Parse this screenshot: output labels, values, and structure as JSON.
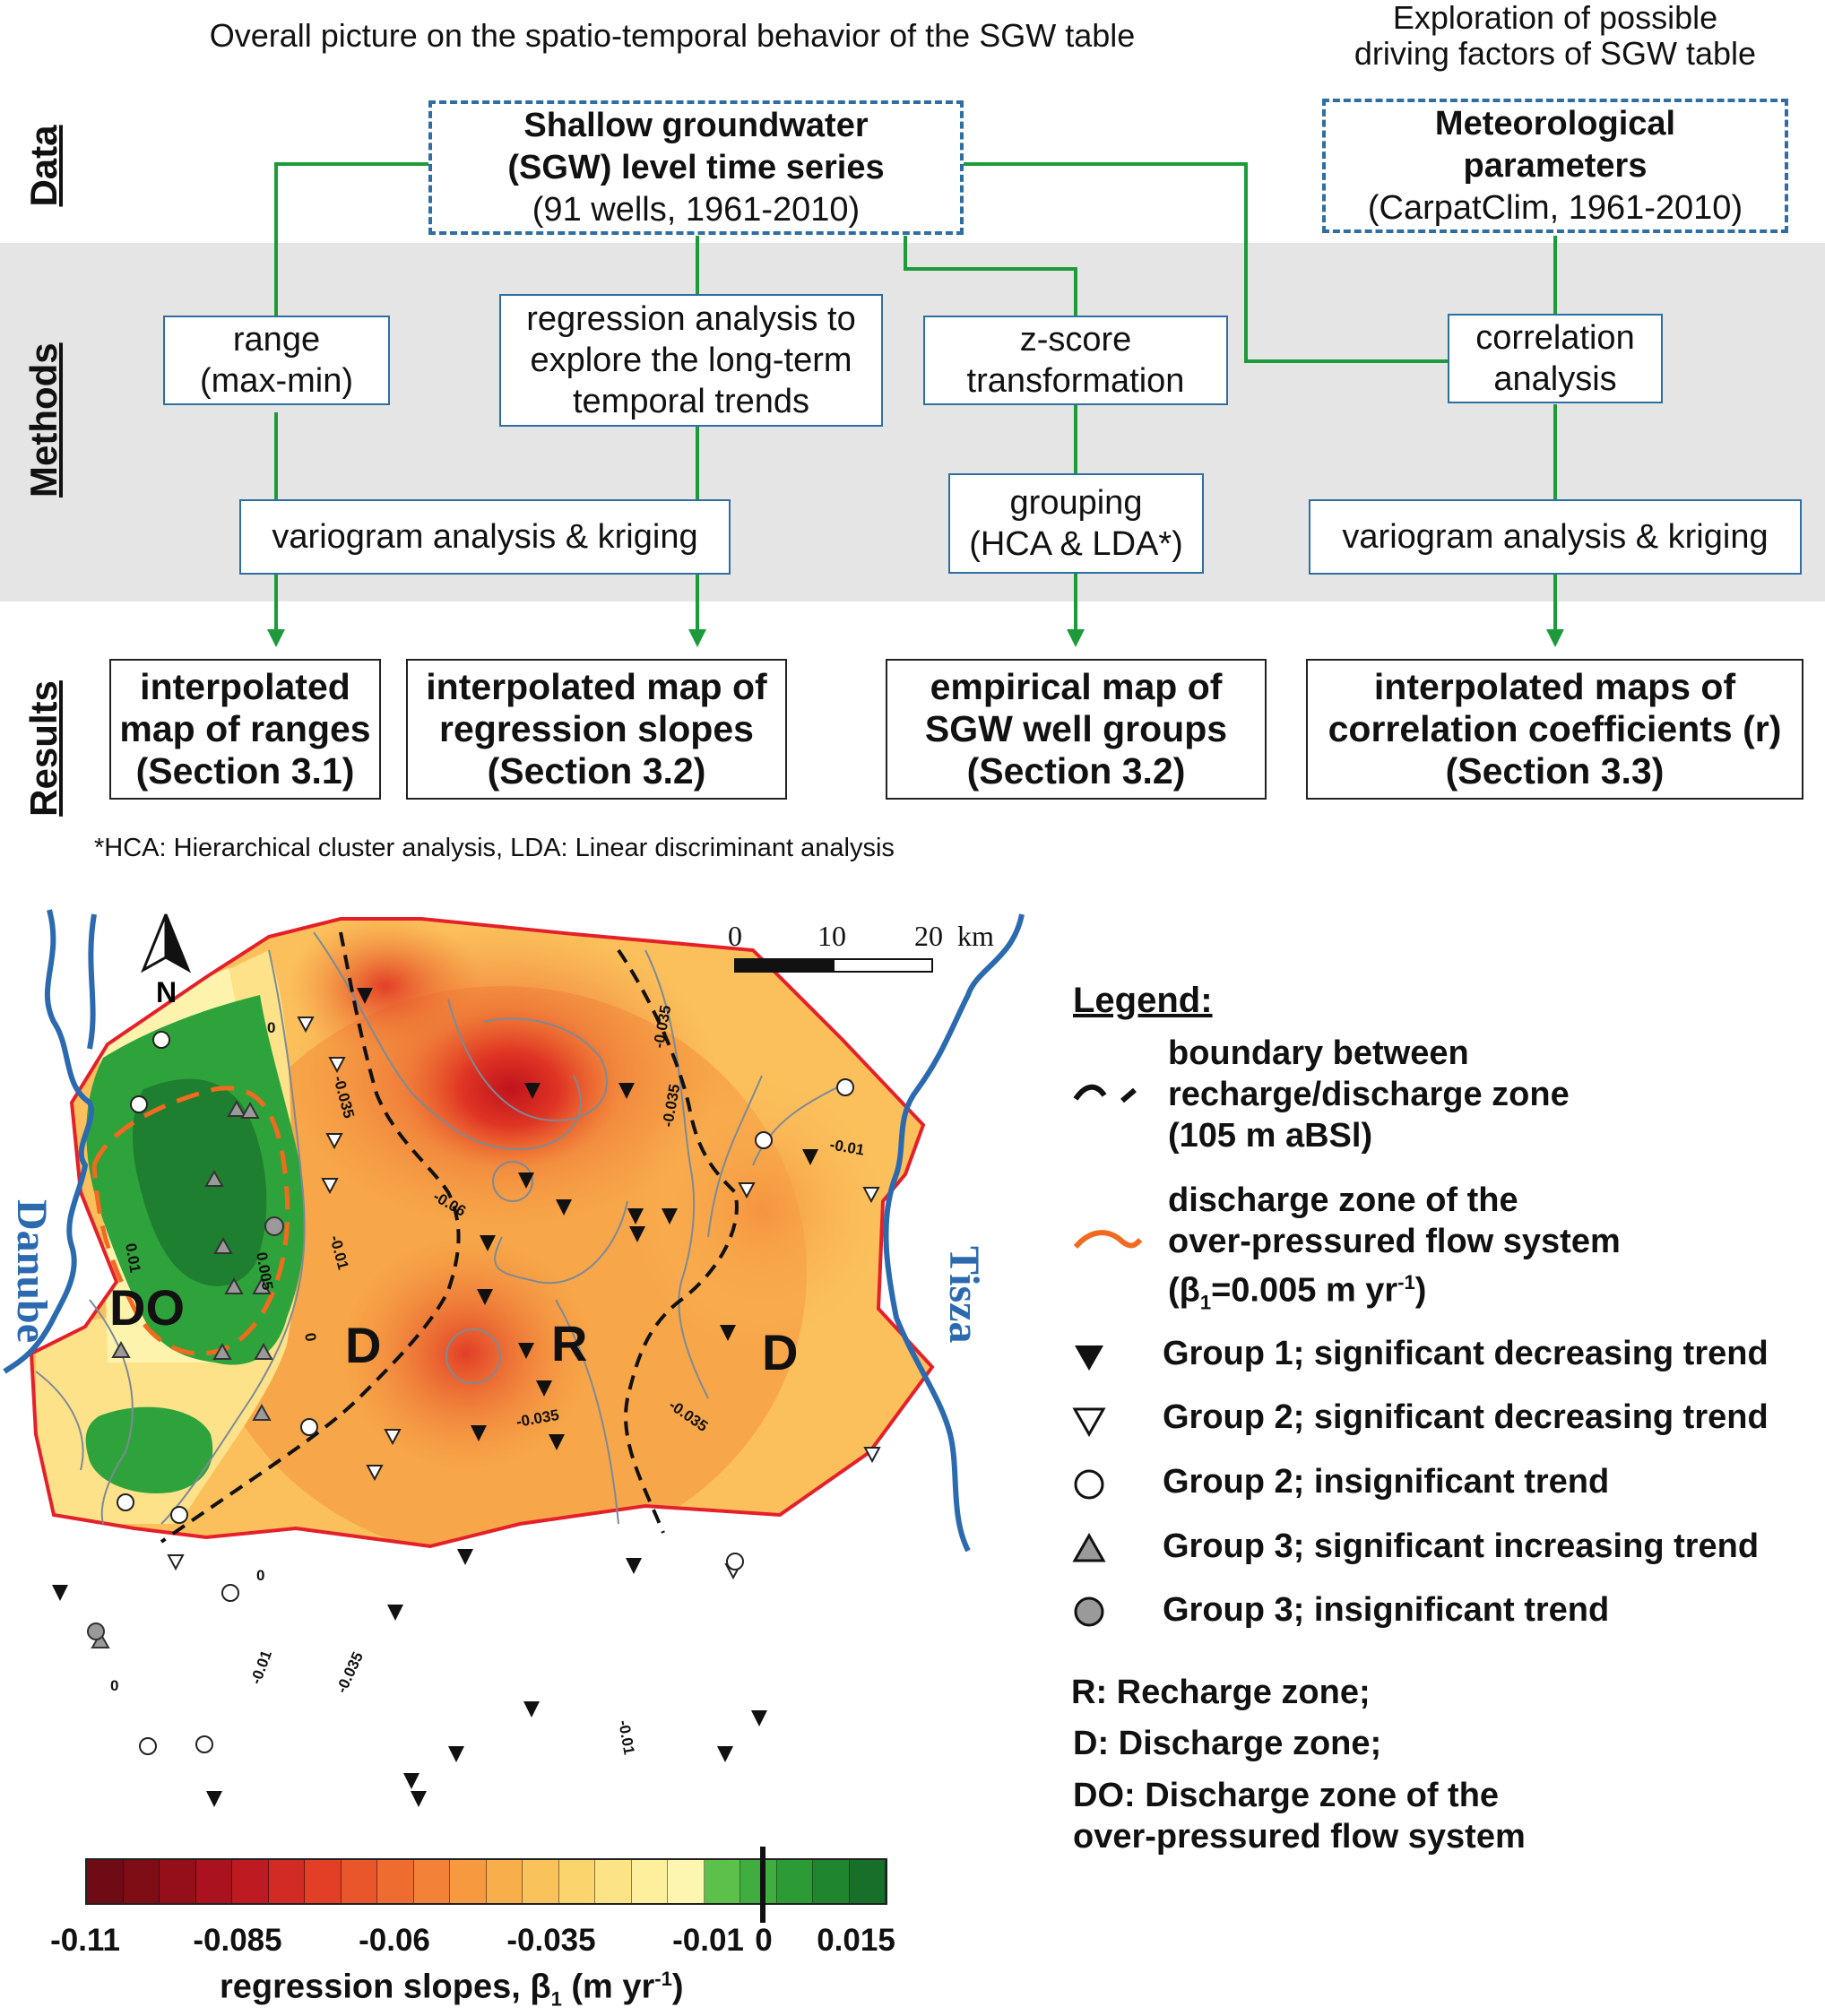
{
  "flow": {
    "header_left": "Overall picture on the spatio-temporal behavior of the SGW table",
    "header_right_line1": "Exploration of possible",
    "header_right_line2": "driving factors of SGW table",
    "row_data": "Data",
    "row_methods": "Methods",
    "row_results": "Results",
    "data_sgw": {
      "line1": "Shallow groundwater",
      "line2": "(SGW) level time series",
      "line3": "(91 wells, 1961-2010)"
    },
    "data_met": {
      "line1": "Meteorological",
      "line2": "parameters",
      "line3": "(CarpatClim, 1961-2010)"
    },
    "m_range": {
      "line1": "range",
      "line2": "(max-min)"
    },
    "m_regression": {
      "line1": "regression analysis to",
      "line2": "explore the long-term",
      "line3": "temporal trends"
    },
    "m_zscore": {
      "line1": "z-score",
      "line2": "transformation"
    },
    "m_corr": {
      "line1": "correlation",
      "line2": "analysis"
    },
    "m_krig1": "variogram analysis & kriging",
    "m_group": {
      "line1": "grouping",
      "line2": "(HCA & LDA*)"
    },
    "m_krig2": "variogram analysis & kriging",
    "r_ranges": {
      "line1": "interpolated",
      "line2": "map of ranges",
      "line3": "(Section 3.1)"
    },
    "r_slopes": {
      "line1": "interpolated map of",
      "line2": "regression slopes",
      "line3": "(Section 3.2)"
    },
    "r_groups": {
      "line1": "empirical map of",
      "line2": "SGW well groups",
      "line3": "(Section 3.2)"
    },
    "r_corr": {
      "line1": "interpolated maps of",
      "line2": "correlation coefficients (r)",
      "line3": "(Section 3.3)"
    },
    "footnote": "*HCA: Hierarchical cluster analysis, LDA: Linear discriminant analysis"
  },
  "map": {
    "north": "N",
    "river_danube": "Danube",
    "river_tisza": "Tisza",
    "zone_do": "DO",
    "zone_d_left": "D",
    "zone_r": "R",
    "zone_d_right": "D",
    "scale_labels": [
      "0",
      "10",
      "20",
      "km"
    ],
    "contours": [
      "0",
      "0.01",
      "0.005",
      "0",
      "-0.035",
      "-0.01",
      "-0.06",
      "-0.035",
      "-0.035",
      "-0.035",
      "-0.01",
      "-0.035",
      "-0.01",
      "-0.035",
      "0",
      "0",
      "-0.01"
    ]
  },
  "legend": {
    "title": "Legend:",
    "boundary": {
      "line1": "boundary between",
      "line2": "recharge/discharge zone",
      "line3": "(105 m aBSl)"
    },
    "discharge": {
      "line1": "discharge zone of the",
      "line2": "over-pressured flow system",
      "line3a": "(β",
      "line3sub": "1",
      "line3b": "=0.005 m yr",
      "line3sup": "-1",
      "line3c": ")"
    },
    "g1": "Group 1; significant decreasing trend",
    "g2s": "Group 2; significant decreasing trend",
    "g2i": "Group 2; insignificant trend",
    "g3s": "Group 3; significant increasing trend",
    "g3i": "Group 3; insignificant trend",
    "r": "R: Recharge zone;",
    "d": "D: Discharge zone;",
    "do1": "DO: Discharge zone of the",
    "do2": "over-pressured flow system"
  },
  "colorbar": {
    "ticks": [
      "-0.11",
      "-0.085",
      "-0.06",
      "-0.035",
      "-0.01",
      "0",
      "0.015"
    ],
    "label_a": "regression slopes, β",
    "label_sub": "1",
    "label_b": " (m yr",
    "label_sup": "-1",
    "label_c": ")",
    "colors": [
      "#6e0b14",
      "#7f0d16",
      "#950f1a",
      "#a9121e",
      "#be1a22",
      "#d22a24",
      "#e23f26",
      "#ea562b",
      "#ef6c31",
      "#f38238",
      "#f6993f",
      "#f8ae4a",
      "#fac25a",
      "#fbd46e",
      "#fce385",
      "#fdef9c",
      "#fdf6b0",
      "#5cc14a",
      "#3fae3e",
      "#2c9a35",
      "#1f862f",
      "#176f2a"
    ]
  }
}
